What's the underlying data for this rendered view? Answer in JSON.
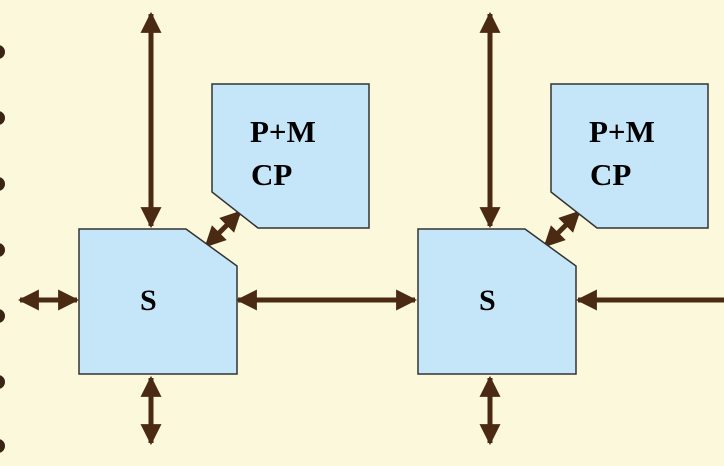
{
  "colors": {
    "background": "#fbf8dc",
    "box_fill": "#c4e6f8",
    "box_stroke": "#333333",
    "arrow": "#4a2a12",
    "bullet": "#3a2414",
    "text": "#000000"
  },
  "nodes": {
    "switch_left": {
      "label": "S"
    },
    "switch_right": {
      "label": "S"
    },
    "pm_left": {
      "line1": "P+M",
      "line2": "CP"
    },
    "pm_right": {
      "line1": "P+M",
      "line2": "CP"
    }
  }
}
